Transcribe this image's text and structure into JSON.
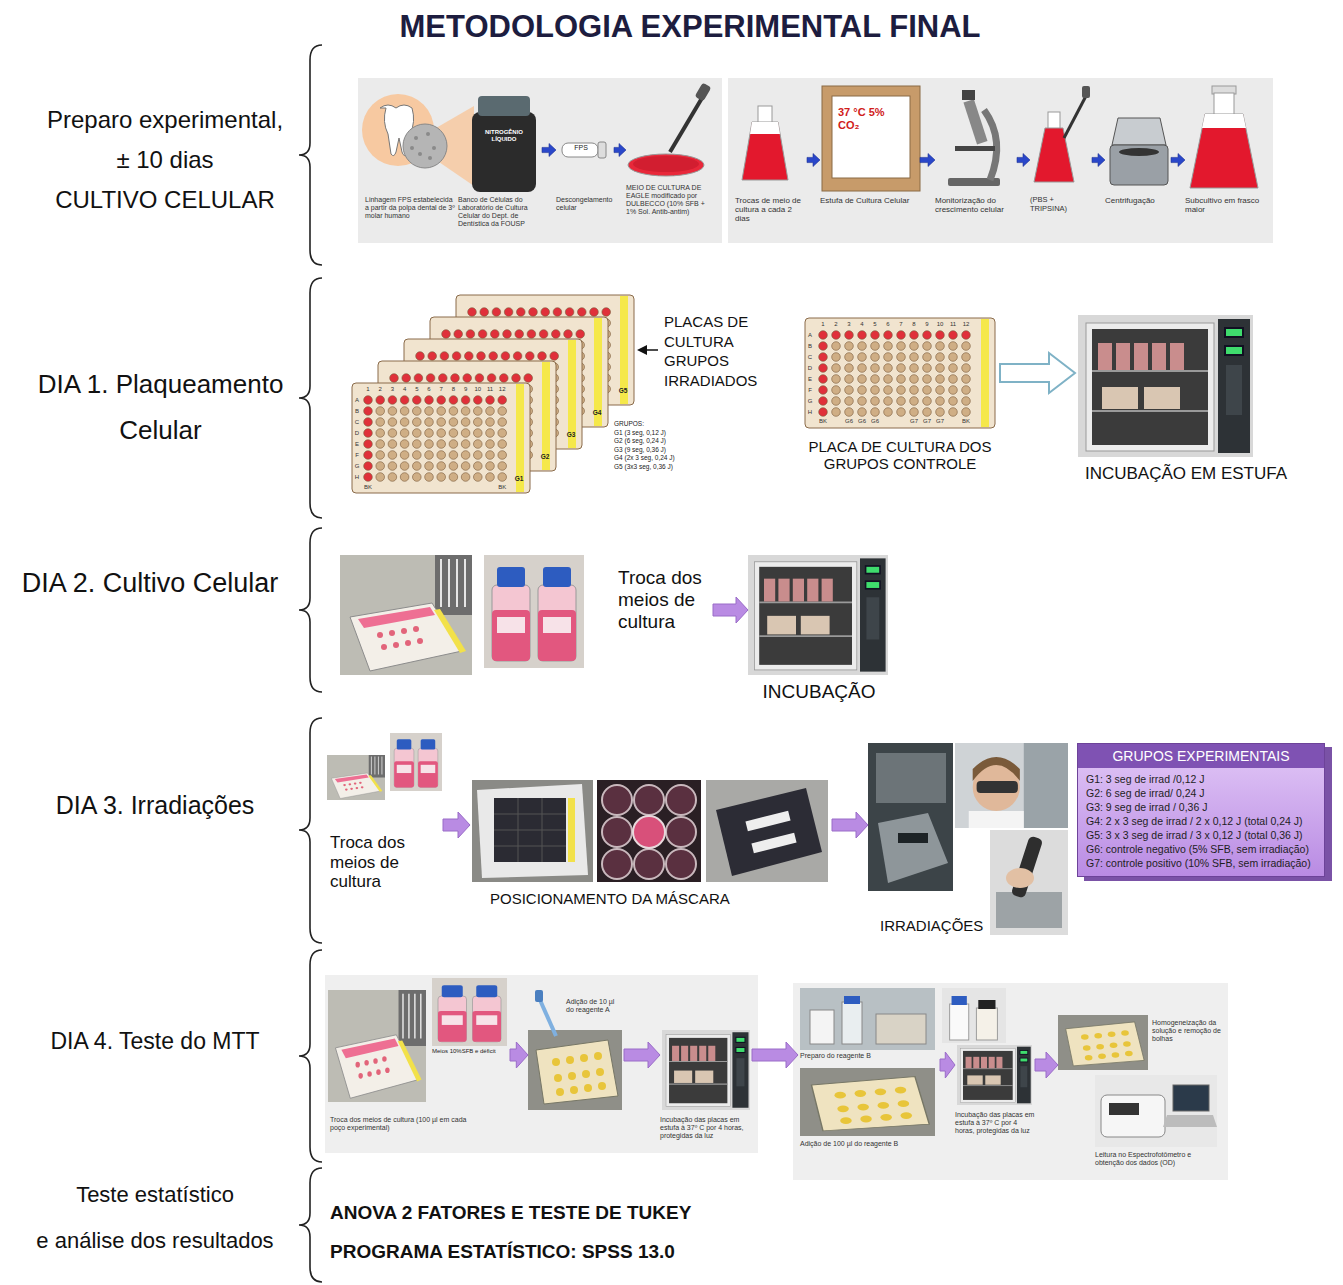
{
  "diagram": {
    "title": "METODOLOGIA EXPERIMENTAL FINAL",
    "nodes": [
      {
        "text": [
          "Linhagem FPS estabelecida a partir da polpa dental de 3º molar humano"
        ]
      },
      {
        "text": [
          "NITROGÊNIO LÍQUIDO",
          "Banco de Células do Laboratório de Cultura Celular do Dept. de Dentística da FOUSP"
        ]
      },
      {
        "text": [
          "FPS",
          "Descongelamento celular"
        ]
      },
      {
        "text": [
          "MEIO DE CULTURA DE EAGLE modificado por DULBECCO (10% SFB + 1% Sol. Antib-antim)"
        ]
      },
      {
        "text": [
          "Trocas de meio de cultura a cada 2 dias"
        ]
      },
      {
        "text": [
          "37 °C 5% CO₂",
          "Estufa de Cultura Celular"
        ]
      },
      {
        "text": [
          "Monitorização do crescimento celular"
        ]
      },
      {
        "text": [
          "(PBS + TRIPSINA)"
        ]
      },
      {
        "text": [
          "Centrifugação"
        ]
      },
      {
        "text": [
          "Subcultivo em frasco maior"
        ]
      },
      {
        "text": [
          "G1",
          "G2",
          "G3",
          "G4",
          "G5",
          "GRUPOS:",
          "G1 (3 seg, 0,12 J)",
          "G2 (6 seg, 0,24 J)",
          "G3 (9 seg, 0,36 J)",
          "G4 (2x 3 seg, 0,24 J)",
          "G5 (3x3 seg, 0,36 J)"
        ]
      },
      {
        "text": [
          "PLACA DE CULTURA DOS GRUPOS CONTROLE"
        ]
      },
      {
        "text": [
          "INCUBAÇÃO EM ESTUFA"
        ]
      },
      {
        "text": [
          "Troca dos meios de cultura"
        ]
      },
      {
        "text": [
          "INCUBAÇÃO"
        ]
      },
      {
        "text": [
          "Troca dos meios de cultura"
        ]
      },
      {
        "text": [
          "POSICIONAMENTO DA MÁSCARA"
        ]
      },
      {
        "text": [
          "IRRADIAÇÕES"
        ]
      },
      {
        "text": [
          "GRUPOS EXPERIMENTAIS",
          "G1: 3 seg de irrad /0,12 J",
          "G2: 6 seg de irrad/ 0,24 J",
          "G3: 9 seg de irrad / 0,36 J",
          "G4: 2 x 3 seg de irrad / 2 x 0,12 J (total 0,24 J)",
          "G5: 3 x 3 seg de irrad / 3 x 0,12 J (total 0,36 J)",
          "G6: controle negativo (5% SFB, sem irradiação)",
          "G7: controle positivo (10% SFB, sem irradiação)"
        ]
      },
      {
        "text": [
          "Meios 10%SFB e déficit",
          "Troca dos meios de cultura (100 µl em cada poço experimental)"
        ]
      },
      {
        "text": [
          "Adição de 10 µl do reagente A"
        ]
      },
      {
        "text": [
          "Incubação das placas em estufa à 37º C por 4 horas, protegidas da luz"
        ]
      },
      {
        "text": [
          "Preparo do reagente B",
          "Adição de 100 µl do reagente B"
        ]
      },
      {
        "text": [
          "Incubação das placas em estufa à 37º C por 4 horas, protegidas da luz"
        ]
      },
      {
        "text": [
          "Homogeneização da solução e remoção de bolhas"
        ]
      },
      {
        "text": [
          "Leitura no Espectrofotômetro e obtenção dos dados (OD)"
        ]
      }
    ],
    "edges": [
      {
        "from": 1,
        "to": 2,
        "arrow": "to"
      },
      {
        "from": 2,
        "to": 3,
        "arrow": "to"
      },
      {
        "from": 4,
        "to": 5,
        "arrow": "to"
      },
      {
        "from": 5,
        "to": 6,
        "arrow": "to"
      },
      {
        "from": 6,
        "to": 7,
        "arrow": "to"
      },
      {
        "from": 7,
        "to": 8,
        "arrow": "to"
      },
      {
        "from": 8,
        "to": 9,
        "arrow": "to"
      },
      {
        "from": 11,
        "to": 12,
        "arrow": "to"
      },
      {
        "from": 13,
        "to": 14,
        "arrow": "to"
      },
      {
        "from": 15,
        "to": 16,
        "arrow": "to"
      },
      {
        "from": 16,
        "to": 17,
        "arrow": "to"
      },
      {
        "from": 19,
        "to": 20,
        "arrow": "to"
      },
      {
        "from": 20,
        "to": 21,
        "arrow": "to"
      },
      {
        "from": 21,
        "to": 22,
        "arrow": "to"
      },
      {
        "from": 22,
        "to": 23,
        "arrow": "to"
      },
      {
        "from": 23,
        "to": 24,
        "arrow": "to"
      }
    ],
    "labels": [
      "Preparo experimental,",
      "± 10 dias",
      "CULTIVO CELULAR",
      "DIA 1. Plaqueamento Celular",
      "DIA 2. Cultivo Celular",
      "DIA 3. Irradiações",
      "DIA 4. Teste do MTT",
      "Teste estatístico",
      "e análise dos resultados",
      "PLACAS DE CULTURA GRUPOS IRRADIADOS",
      "ANOVA 2 FATORES E TESTE DE TUKEY",
      "PROGRAMA ESTATÍSTICO: SPSS 13.0",
      "1",
      "2",
      "3",
      "4",
      "5",
      "6",
      "7",
      "8",
      "9",
      "10",
      "11",
      "12",
      "A",
      "B",
      "C",
      "D",
      "E",
      "F",
      "G",
      "H",
      "BK",
      "BK",
      "1",
      "2",
      "3",
      "4",
      "5",
      "6",
      "7",
      "8",
      "9",
      "10",
      "11",
      "12",
      "A",
      "B",
      "C",
      "D",
      "E",
      "F",
      "G",
      "H",
      "BK",
      "G6",
      "G6",
      "G6",
      "G7",
      "G7",
      "G7",
      "BK"
    ]
  }
}
